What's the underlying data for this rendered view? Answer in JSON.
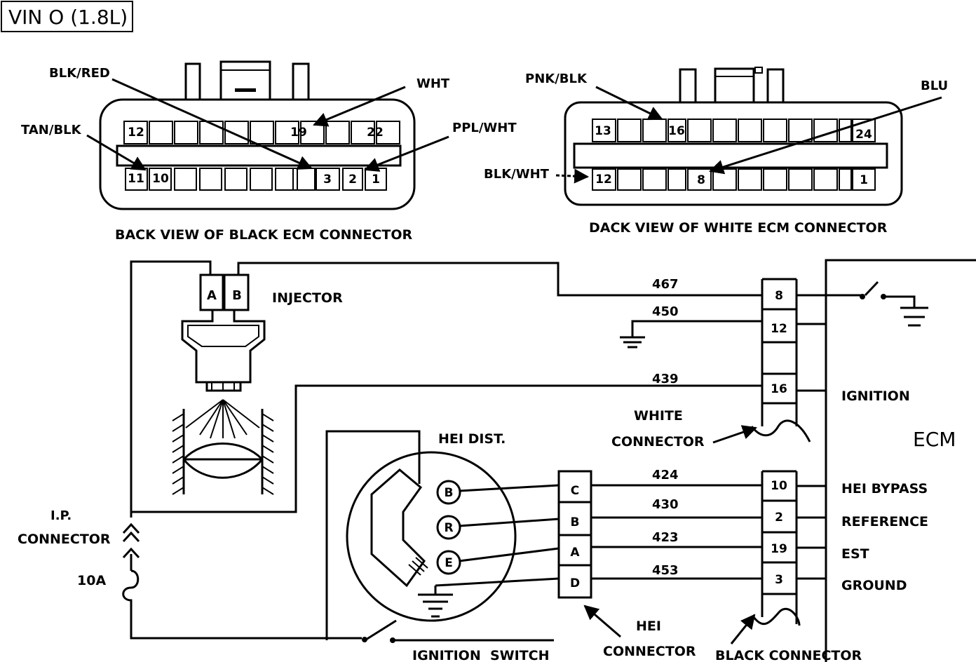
{
  "title": "VIN O (1.8L)",
  "black_ecm_connector": {
    "caption": "BACK VIEW OF BLACK ECM CONNECTOR",
    "top_row": [
      "12",
      "19",
      "22"
    ],
    "bottom_row": [
      "11",
      "10",
      "3",
      "2",
      "1"
    ],
    "wire_labels": [
      "BLK/RED",
      "WHT",
      "TAN/BLK",
      "PPL/WHT"
    ]
  },
  "white_ecm_connector": {
    "caption": "DACK VIEW OF WHITE ECM CONNECTOR",
    "top_row": [
      "13",
      "16",
      "24"
    ],
    "bottom_row": [
      "12",
      "8",
      "1"
    ],
    "wire_labels": [
      "PNK/BLK",
      "BLU",
      "BLK/WHT"
    ]
  },
  "injector": {
    "label": "INJECTOR",
    "pins": [
      "A",
      "B"
    ]
  },
  "hei_distributor": {
    "label": "HEI DIST.",
    "terminals": [
      "B",
      "R",
      "E"
    ]
  },
  "hei_connector": {
    "label_line1": "HEI",
    "label_line2": "CONNECTOR",
    "pins": [
      "C",
      "B",
      "A",
      "D"
    ]
  },
  "ip_connector": {
    "line1": "I.P.",
    "line2": "CONNECTOR",
    "fuse": "10A"
  },
  "ignition_switch": "IGNITION  SWITCH",
  "white_connector": {
    "line1": "WHITE",
    "line2": "CONNECTOR",
    "pins": [
      "8",
      "12",
      "16"
    ]
  },
  "black_connector": {
    "label": "BLACK CONNECTOR",
    "pins": [
      "10",
      "2",
      "19",
      "3"
    ]
  },
  "circuits": [
    "467",
    "450",
    "439",
    "424",
    "430",
    "423",
    "453"
  ],
  "ecm": {
    "label": "ECM",
    "functions": [
      "IGNITION",
      "HEI BYPASS",
      "REFERENCE",
      "EST",
      "GROUND"
    ]
  }
}
